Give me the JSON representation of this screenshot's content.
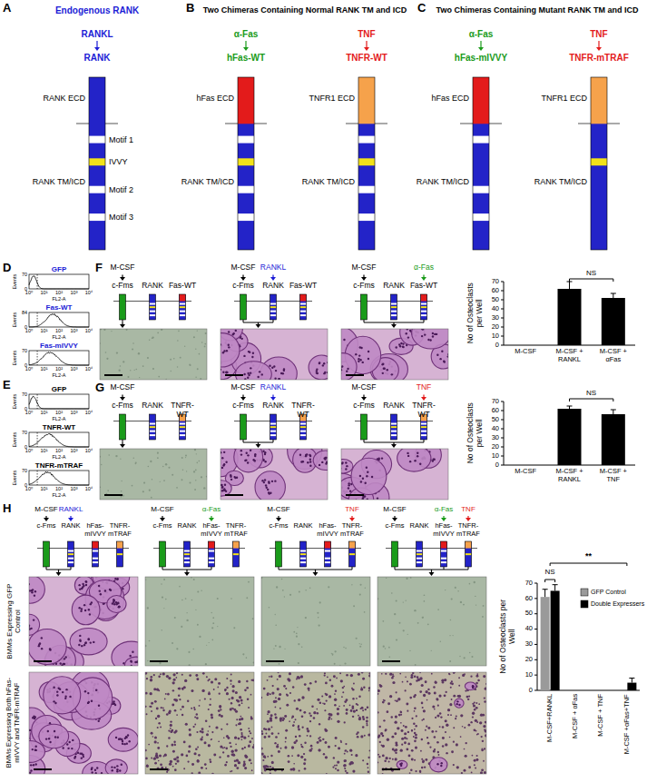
{
  "diagram": {
    "labels": [
      "A",
      "Endogenous RANK",
      "RANKL",
      "RANK",
      "RANK ECD",
      "Motif 1",
      "IVVY",
      "RANK TM/ICD",
      "Motif 2",
      "Motif 3",
      "B",
      "Two Chimeras Containing Normal RANK TM and ICD",
      "α-Fas",
      "TNF",
      "hFas-WT",
      "TNFR-WT",
      "hFas ECD",
      "RANK TM/ICD",
      "TNFR1 ECD",
      "RANK TM/ICD",
      "C",
      "Two Chimeras Containing Mutant RANK TM and ICD",
      "α-Fas",
      "TNF",
      "hFas-mIVVY",
      "TNFR-mTRAF",
      "hFas ECD",
      "RANK TM/ICD",
      "TNFR1 ECD",
      "RANK TM/ICD",
      "D",
      "GFP",
      "70",
      "0",
      "Events",
      "10⁰",
      "10¹",
      "10²",
      "10³",
      "10⁴",
      "FL2-A",
      "Fas-WT",
      "84",
      "0",
      "Events",
      "10⁰",
      "10¹",
      "10²",
      "10³",
      "10⁴",
      "FL2-A",
      "Fas-mIVVY",
      "70",
      "0",
      "Events",
      "10⁰",
      "10¹",
      "10²",
      "10³",
      "10⁴",
      "FL2-A",
      "E",
      "GFP",
      "70",
      "0",
      "Events",
      "10⁰",
      "10¹",
      "10²",
      "10³",
      "10⁴",
      "FL2-A",
      "TNFR-WT",
      "70",
      "0",
      "Events",
      "10⁰",
      "10¹",
      "10²",
      "10³",
      "10⁴",
      "FL2-A",
      "TNFR-mTRAF",
      "70",
      "0",
      "Events",
      "10⁰",
      "10¹",
      "10²",
      "10³",
      "10⁴",
      "FL2-A",
      "F",
      "M-CSF",
      "c-Fms",
      "RANK",
      "Fas-WT",
      "M-CSF",
      "RANKL",
      "c-Fms",
      "RANK",
      "Fas-WT",
      "M-CSF",
      "α-Fas",
      "c-Fms",
      "RANK",
      "Fas-WT",
      "No of Osteoclasts per Well",
      "70",
      "60",
      "50",
      "40",
      "30",
      "20",
      "10",
      "0",
      "NS",
      "M-CSF",
      "M-CSF + RANKL",
      "M-CSF + αFas",
      "G",
      "M-CSF",
      "c-Fms",
      "RANK",
      "TNFR-WT",
      "M-CSF",
      "RANKL",
      "c-Fms",
      "RANK",
      "TNFR-WT",
      "M-CSF",
      "TNF",
      "c-Fms",
      "RANK",
      "TNFR-WT",
      "No of Osteoclasts per Well",
      "70",
      "60",
      "50",
      "40",
      "30",
      "20",
      "10",
      "0",
      "NS",
      "M-CSF",
      "M-CSF + RANKL",
      "M-CSF + TNF",
      "H",
      "M-CSF",
      "RANKL",
      "c-Fms",
      "RANK",
      "hFas-mIVVY",
      "TNFR-mTRAF",
      "M-CSF",
      "α-Fas",
      "c-Fms",
      "RANK",
      "hFas-mIVVY",
      "TNFR-mTRAF",
      "M-CSF",
      "TNF",
      "c-Fms",
      "RANK",
      "hFas-mIVVY",
      "TNFR-mTRAF",
      "M-CSF",
      "α-Fas",
      "TNF",
      "c-Fms",
      "RANK",
      "hFas-mIVVY",
      "TNFR-mTRAF",
      "BMMs Expressing GFP Control",
      "BMMs Expressing Both hFas-mIVVY and TNFR-mTRAF",
      "No of Osteoclasts per Well",
      "70",
      "60",
      "50",
      "40",
      "30",
      "20",
      "10",
      "0",
      "NS",
      "**",
      "M-CSF+RANKL",
      "M-CSF + αFas",
      "M-CSF + TNF",
      "M-CSF +αFas+TNF"
    ],
    "legend": [
      {
        "text": "GFP Control",
        "color": "#9a9a9a"
      },
      {
        "text": "Double Expressers",
        "color": "#000000"
      }
    ]
  }
}
